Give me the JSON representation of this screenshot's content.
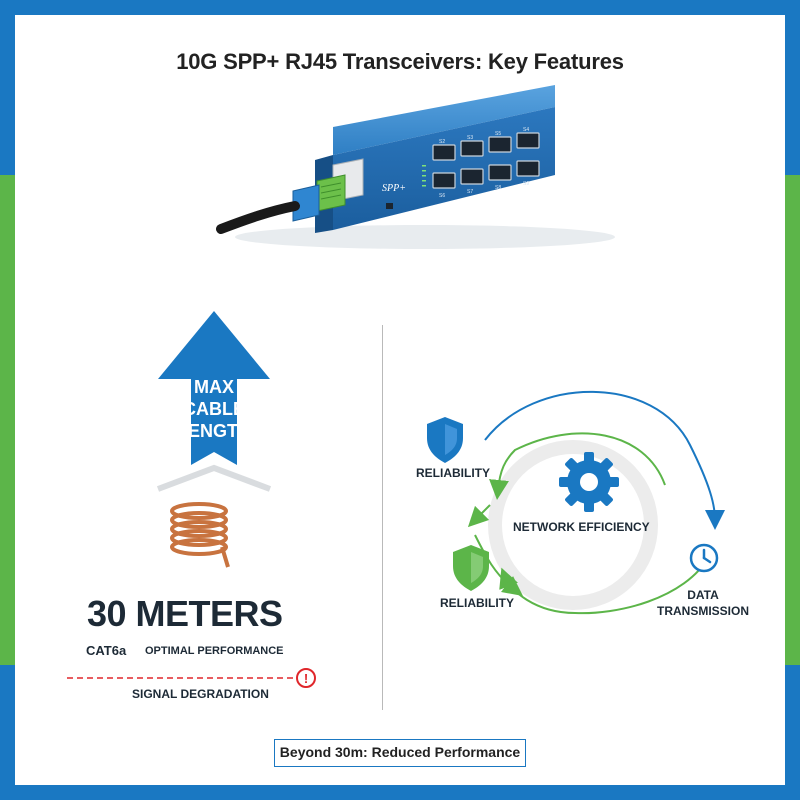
{
  "title": "10G SPP+ RJ45 Transceivers: Key Features",
  "device": {
    "brand_mark": "SPP+",
    "port_labels": [
      "S2",
      "S3",
      "S5",
      "S4",
      "S6",
      "S7",
      "S8",
      "S9"
    ]
  },
  "cable_section": {
    "arrow_lines": [
      "MAX",
      "CABLE",
      "LENGTH"
    ],
    "distance": "30 METERS",
    "cable_type": "CAT6a",
    "optimal_label": "OPTIMAL PERFORMANCE",
    "degradation_label": "SIGNAL DEGRADATION",
    "warning_symbol": "!"
  },
  "cycle": {
    "center_label": "NETWORK EFFICIENCY",
    "nodes": [
      {
        "label": "RELIABILITY",
        "icon": "shield-blue-icon"
      },
      {
        "label": "RELIABILITY",
        "icon": "shield-green-icon"
      },
      {
        "label": "DATA TRANSMISSION",
        "icon": "clock-icon"
      }
    ]
  },
  "footer": "Beyond 30m: Reduced Performance",
  "colors": {
    "blue": "#1a78c2",
    "green": "#5cb549",
    "red": "#e0262b",
    "copper": "#c8733f"
  }
}
